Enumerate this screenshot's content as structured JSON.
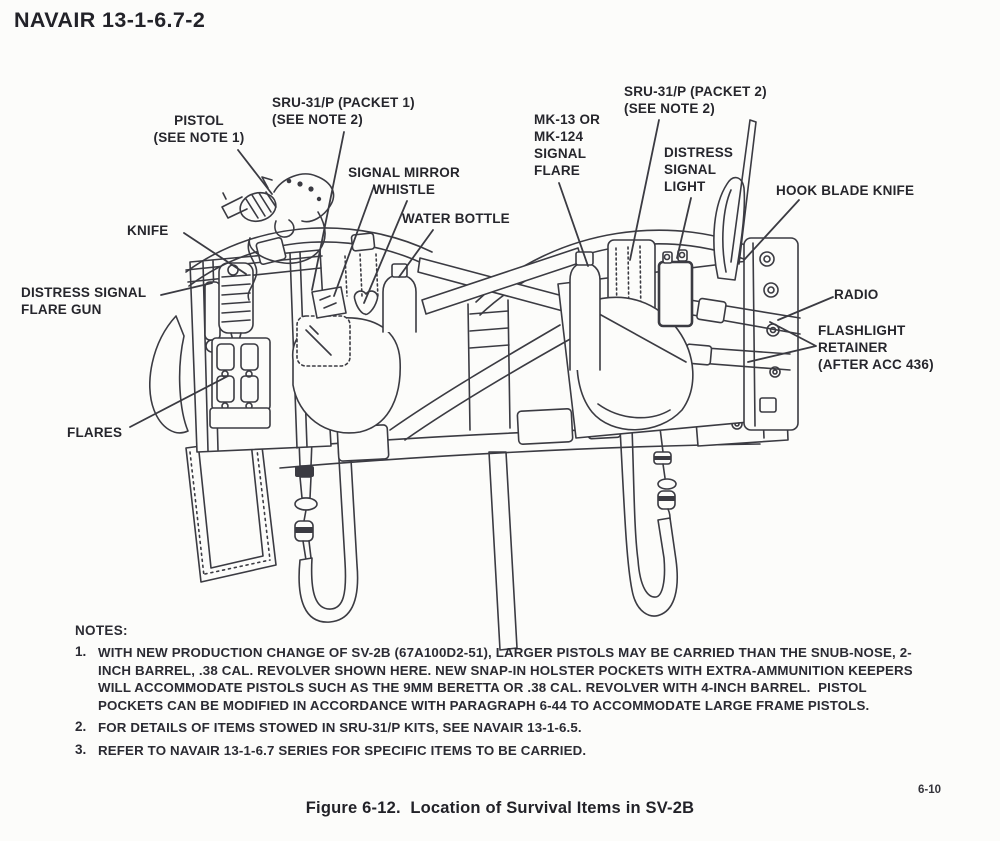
{
  "page": {
    "header": "NAVAIR 13-1-6.7-2",
    "page_number": "6-10",
    "caption": "Figure 6-12.  Location of Survival Items in SV-2B"
  },
  "diagram": {
    "labels": {
      "pistol": "PISTOL\n(SEE NOTE 1)",
      "sru31p_packet1": "SRU-31/P (PACKET 1)\n(SEE NOTE 2)",
      "signal_mirror_whistle": "SIGNAL MIRROR\nWHISTLE",
      "water_bottle": "WATER BOTTLE",
      "knife": "KNIFE",
      "distress_signal_flare_gun": "DISTRESS SIGNAL\nFLARE GUN",
      "flares": "FLARES",
      "mk13_signal_flare": "MK-13 OR\nMK-124\nSIGNAL\nFLARE",
      "sru31p_packet2": "SRU-31/P (PACKET 2)\n(SEE NOTE 2)",
      "distress_signal_light": "DISTRESS\nSIGNAL\nLIGHT",
      "hook_blade_knife": "HOOK BLADE KNIFE",
      "radio": "RADIO",
      "flashlight_retainer": "FLASHLIGHT\nRETAINER\n(AFTER ACC 436)"
    }
  },
  "notes": {
    "title": "NOTES:",
    "items": [
      {
        "num": "1.",
        "text": "WITH NEW PRODUCTION CHANGE OF SV-2B (67A100D2-51), LARGER PISTOLS MAY BE CARRIED THAN THE SNUB-NOSE, 2-INCH BARREL, .38 CAL. REVOLVER SHOWN HERE. NEW SNAP-IN HOLSTER POCKETS WITH EXTRA-AMMUNITION KEEPERS WILL ACCOMMODATE PISTOLS SUCH AS THE 9MM BERETTA OR .38 CAL. REVOLVER WITH 4-INCH BARREL.  PISTOL POCKETS CAN BE MODIFIED IN ACCORDANCE WITH PARAGRAPH 6-44 TO ACCOMMODATE LARGE FRAME PISTOLS."
      },
      {
        "num": "2.",
        "text": "FOR DETAILS OF ITEMS STOWED IN SRU-31/P KITS, SEE NAVAIR 13-1-6.5."
      },
      {
        "num": "3.",
        "text": "REFER TO NAVAIR 13-1-6.7 SERIES FOR SPECIFIC ITEMS TO BE CARRIED."
      }
    ]
  }
}
